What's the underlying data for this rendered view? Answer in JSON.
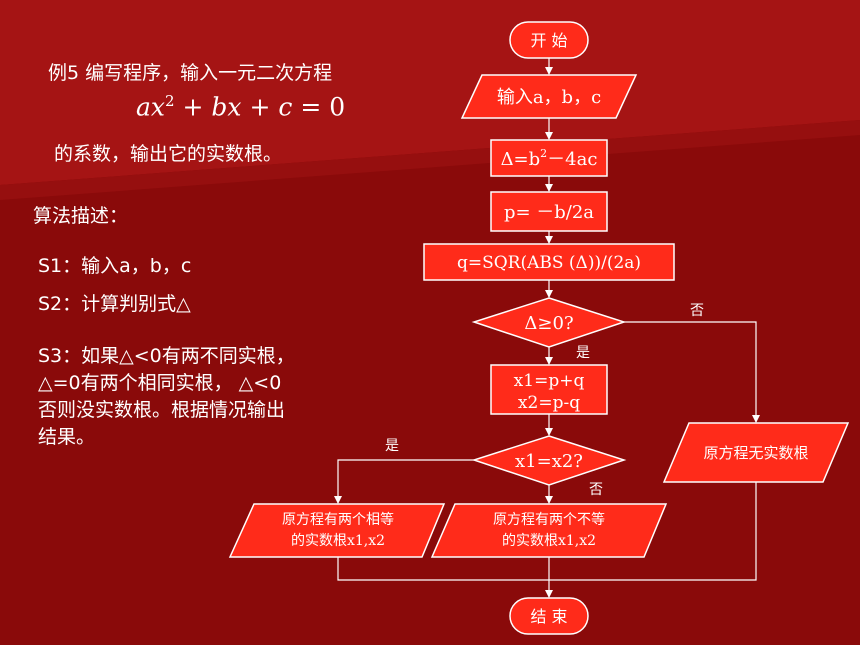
{
  "colors": {
    "background": "#8a0a0a",
    "shape_fill": "#ff2b1a",
    "shape_stroke": "#ffffff",
    "text": "#ffffff"
  },
  "left_panel": {
    "title_line": "例5 编写程序，输入一元二次方程",
    "equation": {
      "a": "ax",
      "exp": "2",
      "plus1": "+",
      "bx": "bx",
      "plus2": "+",
      "c": "c",
      "eq": "=",
      "zero": "0"
    },
    "subtitle_line": "的系数，输出它的实数根。",
    "algo_label": "算法描述：",
    "steps": {
      "s1": "S1：输入a，b，c",
      "s2": "S2：计算判别式△",
      "s3_lines": [
        "S3：如果△<0有两不同实根，",
        "△=0有两个相同实根， △<0",
        "否则没实数根。根据情况输出",
        "结果。"
      ]
    }
  },
  "flowchart": {
    "start": "开 始",
    "input": "输入a，b，c",
    "delta_prefix": "Δ=b",
    "delta_exp": "2",
    "delta_suffix": "－4ac",
    "p_calc": "p= －b/2a",
    "q_calc": "q=SQR(ABS (Δ))/(2a)",
    "decision1": "Δ≥0?",
    "d1_yes": "是",
    "d1_no": "否",
    "roots_line1": "x1=p+q",
    "roots_line2": "x2=p-q",
    "decision2": "x1=x2?",
    "d2_yes": "是",
    "d2_no": "否",
    "no_real_root": "原方程无实数根",
    "equal_roots_line1": "原方程有两个相等",
    "equal_roots_line2": "的实数根x1,x2",
    "distinct_roots_line1": "原方程有两个不等",
    "distinct_roots_line2": "的实数根x1,x2",
    "end": "结 束"
  }
}
